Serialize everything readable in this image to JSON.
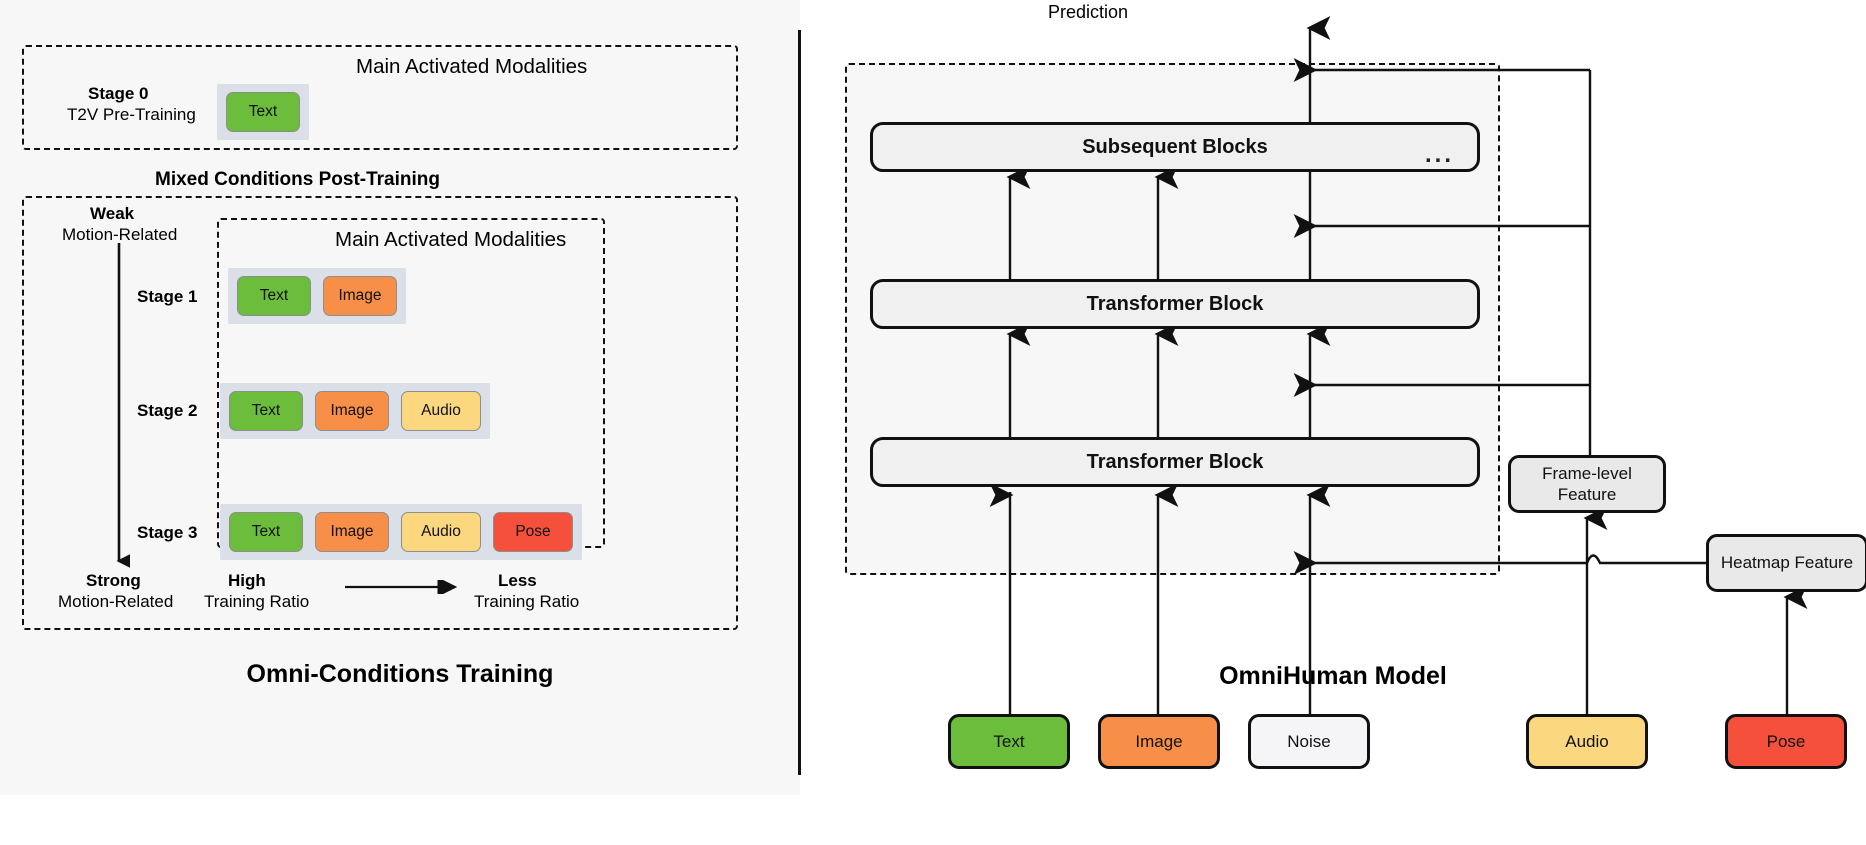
{
  "left": {
    "caption": "Omni-Conditions Training",
    "stage0": {
      "modalities_header": "Main Activated Modalities",
      "name": "Stage 0",
      "subtitle": "T2V Pre-Training",
      "chips": [
        "Text"
      ]
    },
    "mixed_title": "Mixed Conditions Post-Training",
    "post": {
      "modalities_header": "Main Activated Modalities",
      "axis": {
        "top_strong": "Weak",
        "top_sub": "Motion-Related",
        "bottom_strong": "Strong",
        "bottom_sub": "Motion-Related",
        "ratio_left_strong": "High",
        "ratio_left_sub": "Training Ratio",
        "ratio_right_strong": "Less",
        "ratio_right_sub": "Training Ratio"
      },
      "stages": [
        {
          "label": "Stage 1",
          "chips": [
            "Text",
            "Image"
          ]
        },
        {
          "label": "Stage 2",
          "chips": [
            "Text",
            "Image",
            "Audio"
          ]
        },
        {
          "label": "Stage 3",
          "chips": [
            "Text",
            "Image",
            "Audio",
            "Pose"
          ]
        }
      ]
    }
  },
  "right": {
    "caption": "OmniHuman Model",
    "prediction_label": "Prediction",
    "ellipsis": "...",
    "blocks": {
      "subsequent": "Subsequent Blocks",
      "transformer_upper": "Transformer Block",
      "transformer_lower": "Transformer Block"
    },
    "features": {
      "frame_level": "Frame-level Feature",
      "heatmap": "Heatmap Feature"
    },
    "inputs": [
      {
        "label": "Text",
        "color": "#6cbd3c"
      },
      {
        "label": "Image",
        "color": "#f78f48"
      },
      {
        "label": "Noise",
        "color": "#f5f5f7"
      },
      {
        "label": "Audio",
        "color": "#fbd87f"
      },
      {
        "label": "Pose",
        "color": "#f4503c"
      }
    ]
  },
  "colors": {
    "text_chip": "#6cbd3c",
    "image_chip": "#f78f48",
    "audio_chip": "#fbd87f",
    "pose_chip": "#f4503c",
    "noise_chip": "#f5f5f7",
    "strip_band": "#dadfe8",
    "panel_bg": "#f7f7f7",
    "block_fill": "#f0f0f0",
    "stroke": "#111111"
  }
}
